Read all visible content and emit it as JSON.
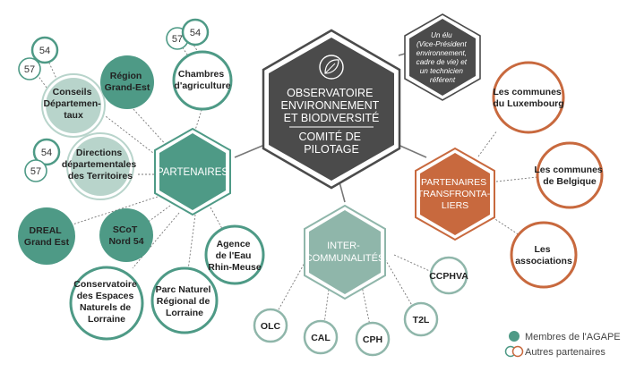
{
  "colors": {
    "teal_dark": "#4e9a86",
    "teal_light": "#b8d4cb",
    "teal_mid": "#8fb6aa",
    "orange": "#c8693e",
    "dark": "#4b4b4b",
    "line": "#777777"
  },
  "center": {
    "icon": "leaf-icon",
    "title": [
      "OBSERVATOIRE",
      "ENVIRONNEMENT",
      "ET BIODIVERSITÉ"
    ],
    "subtitle": [
      "COMITÉ DE",
      "PILOTAGE"
    ]
  },
  "elu": [
    "Un élu",
    "(Vice-Président",
    "environnement,",
    "cadre de vie) et",
    "un technicien",
    "référent"
  ],
  "hubs": {
    "partenaires": [
      "PARTENAIRES"
    ],
    "intercommunalites": [
      "INTER-",
      "COMMUNALITÉS"
    ],
    "transfrontaliers": [
      "PARTENAIRES",
      "TRANSFRONTA-",
      "LIERS"
    ]
  },
  "partner_nodes": {
    "conseils": {
      "label": [
        "Conseils",
        "Départemen-",
        "taux"
      ],
      "badges": [
        "54",
        "57"
      ]
    },
    "region": {
      "label": [
        "Région",
        "Grand-Est"
      ]
    },
    "chambres": {
      "label": [
        "Chambres",
        "d'agriculture"
      ],
      "badges": [
        "57",
        "54"
      ]
    },
    "directions": {
      "label": [
        "Directions",
        "départementales",
        "des Territoires"
      ],
      "badges": [
        "54",
        "57"
      ]
    },
    "dreal": {
      "label": [
        "DREAL",
        "Grand Est"
      ]
    },
    "scot": {
      "label": [
        "SCoT",
        "Nord 54"
      ]
    },
    "agence": {
      "label": [
        "Agence",
        "de l'Eau",
        "Rhin-Meuse"
      ]
    },
    "conservatoire": {
      "label": [
        "Conservatoire",
        "des Espaces",
        "Naturels de",
        "Lorraine"
      ]
    },
    "parc": {
      "label": [
        "Parc Naturel",
        "Régional de",
        "Lorraine"
      ]
    }
  },
  "interco_nodes": {
    "olc": "OLC",
    "cal": "CAL",
    "cph": "CPH",
    "t2l": "T2L",
    "ccphva": "CCPHVA"
  },
  "trans_nodes": {
    "luxembourg": [
      "Les communes",
      "du Luxembourg"
    ],
    "belgique": [
      "Les communes",
      "de Belgique"
    ],
    "associations": [
      "Les",
      "associations"
    ]
  },
  "legend": {
    "membres": "Membres de l'AGAPE",
    "autres": "Autres partenaires"
  }
}
